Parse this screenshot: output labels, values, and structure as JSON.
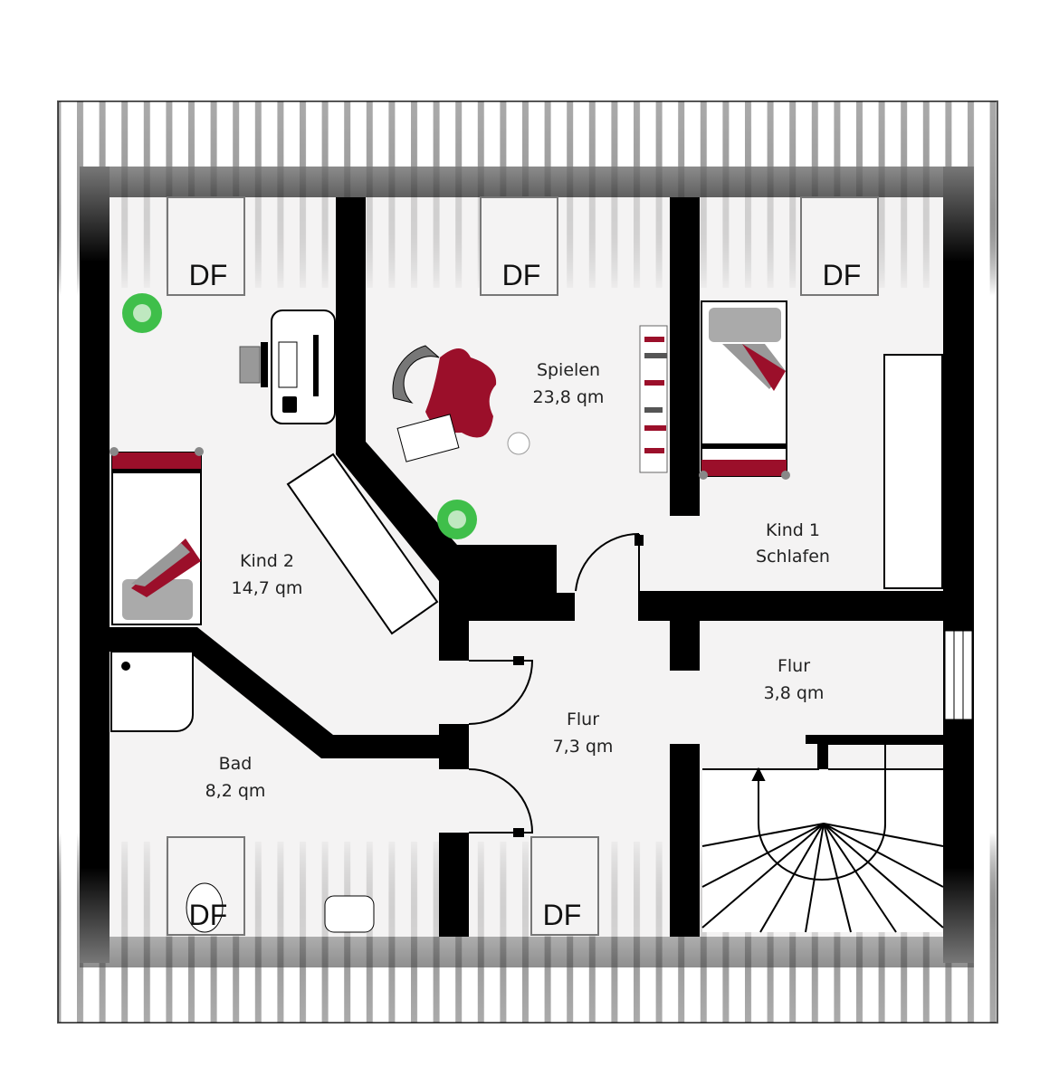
{
  "rooms": [
    {
      "name": "Spielen",
      "area": "23,8 qm"
    },
    {
      "name": "Kind 1",
      "area": "Schlafen"
    },
    {
      "name": "Kind 2",
      "area": "14,7 qm"
    },
    {
      "name": "Bad",
      "area": "8,2 qm"
    },
    {
      "name": "Flur",
      "area": "7,3 qm"
    },
    {
      "name": "Flur",
      "area": "3,8 qm"
    }
  ],
  "window_label": "DF",
  "colors": {
    "wall": "#000000",
    "floor": "#f4f3f3",
    "accent": "#9b0f2a",
    "plant": "#3fbf4a"
  }
}
